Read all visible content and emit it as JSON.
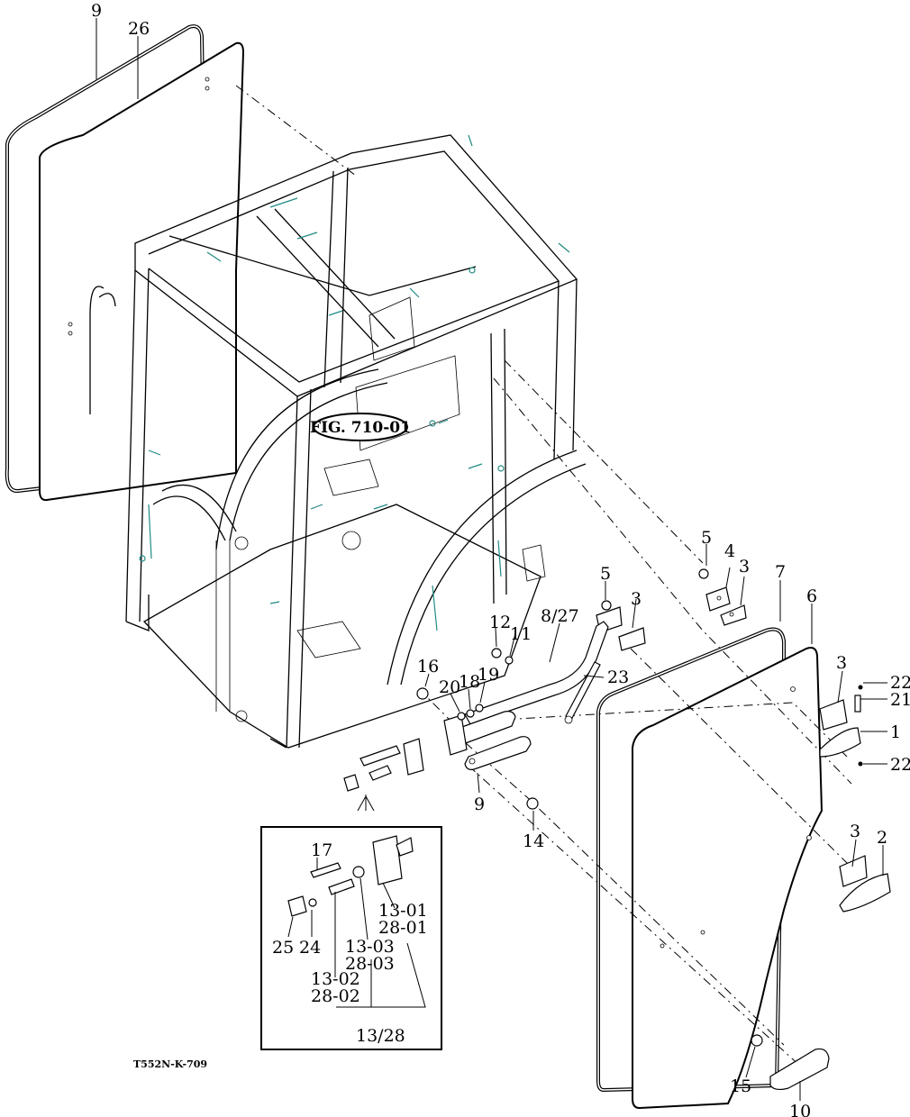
{
  "figure_ref": "FIG. 710-01",
  "drawing_code": "T552N-K-709",
  "callouts": {
    "c9_top": "9",
    "c26": "26",
    "c5a": "5",
    "c4": "4",
    "c3a": "3",
    "c7": "7",
    "c6": "6",
    "c5b": "5",
    "c3b": "3",
    "c12": "12",
    "c11": "11",
    "c8_27": "8/27",
    "c16": "16",
    "c20": "20",
    "c18": "18",
    "c19": "19",
    "c23": "23",
    "c3c": "3",
    "c22a": "22",
    "c21": "21",
    "c1": "1",
    "c22b": "22",
    "c9_mid": "9",
    "c14": "14",
    "c3d": "3",
    "c2": "2",
    "c15": "15",
    "c10": "10"
  },
  "detail": {
    "c17": "17",
    "c25": "25",
    "c24": "24",
    "l13_01": "13-01",
    "l28_01": "28-01",
    "l13_03": "13-03",
    "l28_03": "28-03",
    "l13_02": "13-02",
    "l28_02": "28-02",
    "l13_28": "13/28"
  }
}
